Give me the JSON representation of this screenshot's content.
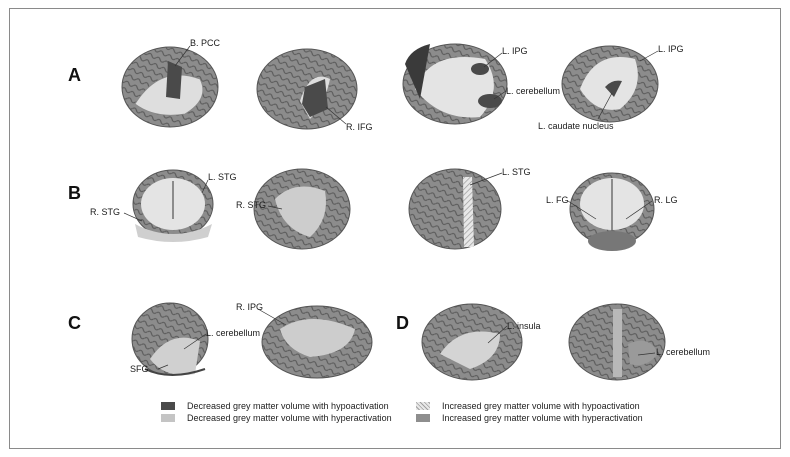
{
  "panels": {
    "a": "A",
    "b": "B",
    "c": "C",
    "d": "D"
  },
  "labels": {
    "b_pcc": "B. PCC",
    "r_ifg": "R. IFG",
    "l_ipg_1": "L. IPG",
    "l_cerebellum_1": "L. cerebellum",
    "l_ipg_2": "L. IPG",
    "l_caudate": "L. caudate nucleus",
    "l_stg_1": "L. STG",
    "r_stg_1": "R. STG",
    "r_stg_2": "R. STG",
    "l_stg_2": "L. STG",
    "l_fg": "L. FG",
    "r_lg": "R. LG",
    "l_cerebellum_2": "L. cerebellum",
    "sfg": "SFG",
    "r_ipg": "R. IPG",
    "l_insula": "L. insula",
    "l_cerebellum_3": "L. cerebellum"
  },
  "legend": [
    {
      "label": "Decreased grey matter volume with hypoactivation",
      "color": "#4a4a4a",
      "pattern": "solid"
    },
    {
      "label": "Decreased grey matter volume with hyperactivation",
      "color": "#c4c4c4",
      "pattern": "solid"
    },
    {
      "label": "Increased grey matter volume with hypoactivation",
      "color": "#d6d6d6",
      "pattern": "hatched"
    },
    {
      "label": "Increased grey matter volume with hyperactivation",
      "color": "#8e8e8e",
      "pattern": "solid"
    }
  ],
  "colors": {
    "brain": "#8a8a8a",
    "brain_dark": "#5e5e5e",
    "white_matter": "#e4e4e4",
    "decreased_hypo": "#4a4a4a",
    "decreased_hyper": "#c4c4c4"
  }
}
